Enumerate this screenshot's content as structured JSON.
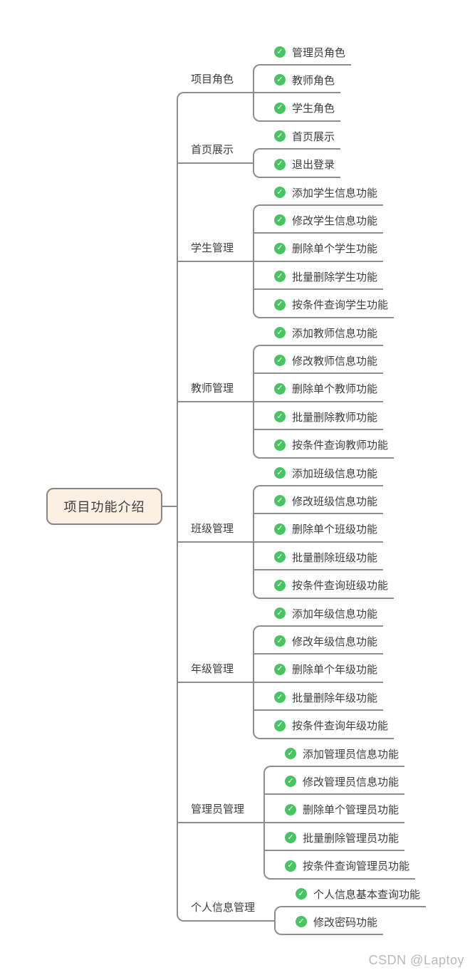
{
  "root": {
    "label": "项目功能介绍"
  },
  "branches": [
    {
      "label": "项目角色",
      "children": [
        "管理员角色",
        "教师角色",
        "学生角色"
      ]
    },
    {
      "label": "首页展示",
      "children": [
        "首页展示",
        "退出登录"
      ]
    },
    {
      "label": "学生管理",
      "children": [
        "添加学生信息功能",
        "修改学生信息功能",
        "删除单个学生功能",
        "批量删除学生功能",
        "按条件查询学生功能"
      ]
    },
    {
      "label": "教师管理",
      "children": [
        "添加教师信息功能",
        "修改教师信息功能",
        "删除单个教师功能",
        "批量删除教师功能",
        "按条件查询教师功能"
      ]
    },
    {
      "label": "班级管理",
      "children": [
        "添加班级信息功能",
        "修改班级信息功能",
        "删除单个班级功能",
        "批量删除班级功能",
        "按条件查询班级功能"
      ]
    },
    {
      "label": "年级管理",
      "children": [
        "添加年级信息功能",
        "修改年级信息功能",
        "删除单个年级功能",
        "批量删除年级功能",
        "按条件查询年级功能"
      ]
    },
    {
      "label": "管理员管理",
      "children": [
        "添加管理员信息功能",
        "修改管理员信息功能",
        "删除单个管理员功能",
        "批量删除管理员功能",
        "按条件查询管理员功能"
      ]
    },
    {
      "label": "个人信息管理",
      "children": [
        "个人信息基本查询功能",
        "修改密码功能"
      ]
    }
  ],
  "marker": {
    "icon": "check-icon",
    "glyph": "✓",
    "color": "#48c562"
  },
  "watermark": {
    "label": "CSDN @Laptoy"
  },
  "colors": {
    "line": "#8b8d8f",
    "text": "#3d3d3d",
    "root_bg": "#fcf0e4",
    "root_border": "#8a857d",
    "watermark": "#b7b9bb"
  }
}
